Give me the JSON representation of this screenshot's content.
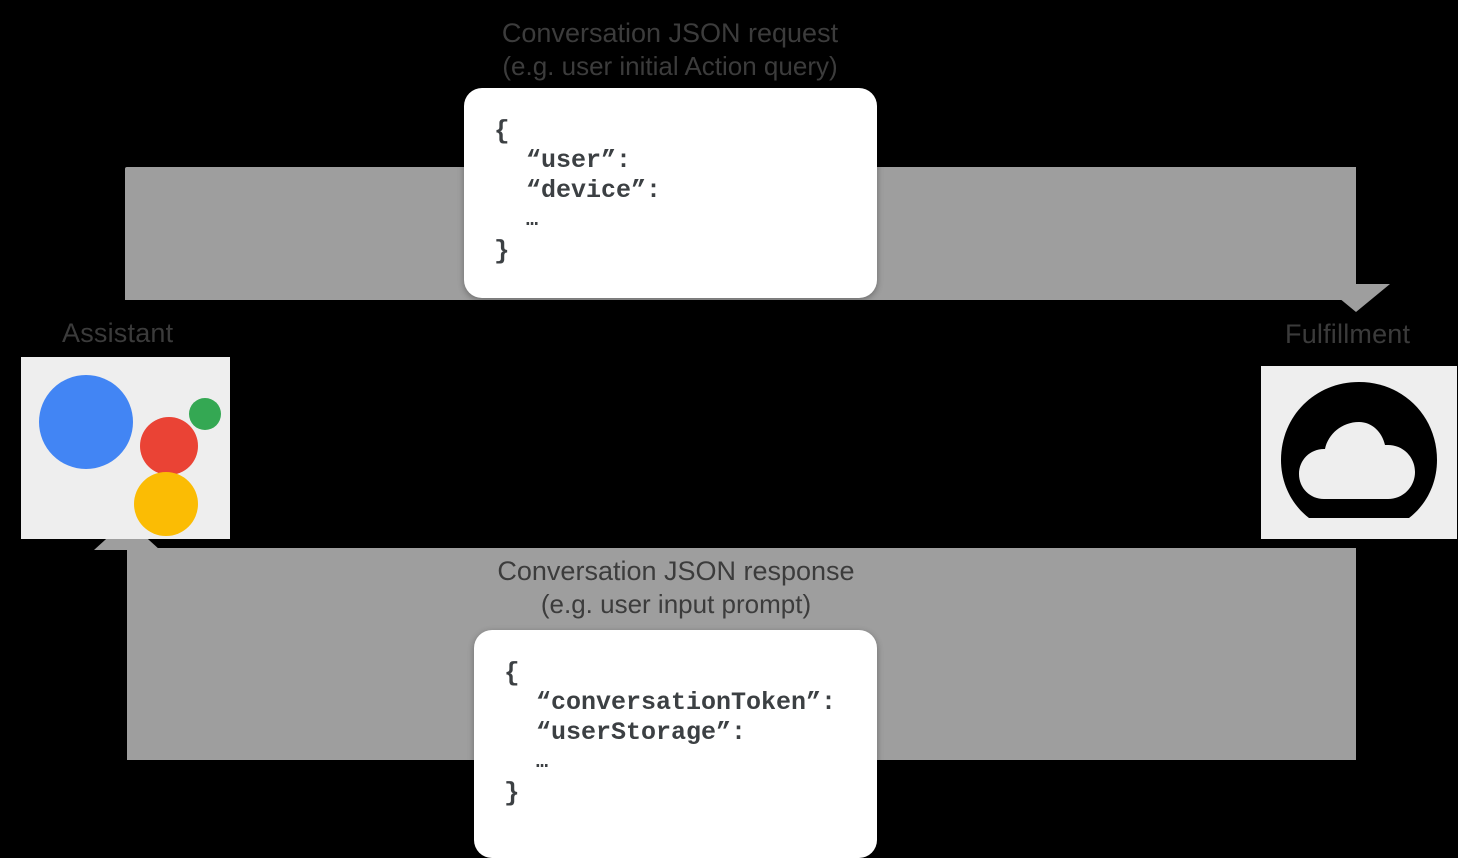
{
  "diagram": {
    "type": "flow",
    "background_color": "#000000",
    "arrow_color": "#9e9e9e",
    "tile_color": "#eeeeee",
    "endpoints": [
      {
        "id": "assistant",
        "label": "Assistant",
        "icon": "google-assistant-logo",
        "colors": {
          "blue": "#4285F4",
          "green": "#34A853",
          "red": "#EA4335",
          "yellow": "#FBBC04"
        }
      },
      {
        "id": "fulfillment",
        "label": "Fulfillment",
        "icon": "cloud-icon",
        "colors": {
          "glyph": "#000000",
          "cutout": "#eeeeee"
        }
      }
    ],
    "flows": [
      {
        "id": "request",
        "direction": "assistant-to-fulfillment",
        "caption_line1": "Conversation JSON request",
        "caption_line2": "(e.g. user initial Action query)"
      },
      {
        "id": "response",
        "direction": "fulfillment-to-assistant",
        "caption_line1": "Conversation JSON response",
        "caption_line2": "(e.g. user input prompt)"
      }
    ],
    "json_cards": [
      {
        "id": "request-payload",
        "lines": [
          "{",
          "“user”:",
          "“device”:",
          "…",
          "}"
        ]
      },
      {
        "id": "response-payload",
        "lines": [
          "{",
          "“conversationToken”:",
          "“userStorage”:",
          "…",
          "}"
        ]
      }
    ]
  }
}
